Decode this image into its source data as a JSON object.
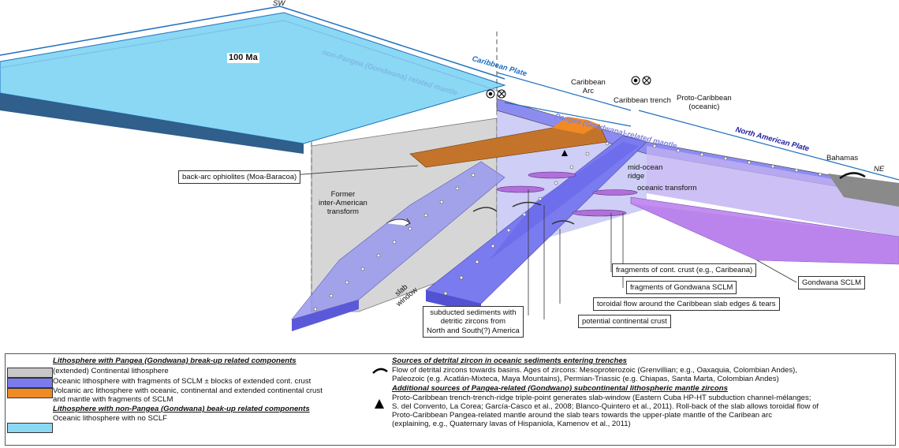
{
  "orientation": {
    "sw": "SW",
    "ne": "NE"
  },
  "labels": {
    "age": "100 Ma",
    "non_pangea_mantle": "non-Pangea (Gondwana) related mantle",
    "caribbean_plate": "Caribbean Plate",
    "caribbean_arc": "Caribbean\nArc",
    "caribbean_trench": "Caribbean trench",
    "proto_caribbean": "Proto-Caribbean\n(oceanic)",
    "pangea_mantle": "Pangea (Gondwana)-related mantle",
    "north_american_plate": "North American Plate",
    "bahamas": "Bahamas",
    "mid_ocean_ridge": "mid-ocean\nridge",
    "oceanic_transform": "oceanic transform",
    "former_transform": "Former\ninter-American\ntransform",
    "slab_window": "slab\nwindow"
  },
  "callouts": {
    "back_arc": "back-arc ophiolites (Moa-Baracoa)",
    "frag_cont_crust": "fragments of cont. crust (e.g., Caribeana)",
    "frag_gondwana": "fragments of Gondwana SCLM",
    "gondwana_sclm": "Gondwana SCLM",
    "toroidal": "toroidal flow around the Caribbean slab edges & tears",
    "potential_crust": "potential continental crust",
    "subducted": "subducted sediments with\ndetritic zircons from\nNorth and South(?) America"
  },
  "legend": {
    "left_heading1": "Lithosphere with Pangea (Gondwana) break-up related components",
    "item1": "(extended) Continental lithosphere",
    "item2": "Oceanic lithosphere with fragments of SCLM ± blocks of extended cont. crust",
    "item3a": "Volcanic arc lithosphere with oceanic, continental and extended continental crust",
    "item3b": "and mantle with fragments of SCLM",
    "left_heading2": "Lithosphere with non-Pangea (Gondwana) beak-up related components",
    "item4": "Oceanic lithosphere with no SCLF",
    "right_heading1": "Sources of detrital zircon in oceanic sediments entering trenches",
    "flow1": "Flow of detrital zircons towards basins. Ages of zircons: Mesoproterozoic (Grenvillian; e.g., Oaxaquia, Colombian Andes),",
    "flow2": "Paleozoic (e.g. Acatlán-Mixteca, Maya Mountains), Permian-Triassic (e.g. Chiapas, Santa Marta, Colombian Andes)",
    "right_heading2": "Additional sources of Pangea-related (Gondwano) subcontinental lithospheric mantle zircons",
    "tri1": "Proto-Caribbean trench-trench-ridge triple-point generates slab-window (Eastern Cuba HP-HT subduction channel-mélanges;",
    "tri2": "S. del Convento, La Corea; García-Casco et al., 2008; Blanco-Quintero et al., 2011). Roll-back of the slab allows toroidal flow of",
    "tri3": "Proto-Caribbean Pangea-related mantle around the slab tears towards the upper-plate mantle of the Caribean arc",
    "tri4": "(explaining, e.g., Quaternary lavas of Hispaniola, Kamenov et al., 2011)"
  },
  "colors": {
    "continental": "#c8c8c8",
    "oceanic_sclm": "#7b7bf0",
    "volcanic_arc": "#f08a24",
    "oceanic_no_sclf": "#8ad8f4",
    "gondwana_sclm": "#c28ff0",
    "plate_edge": "#1f6fbf"
  }
}
